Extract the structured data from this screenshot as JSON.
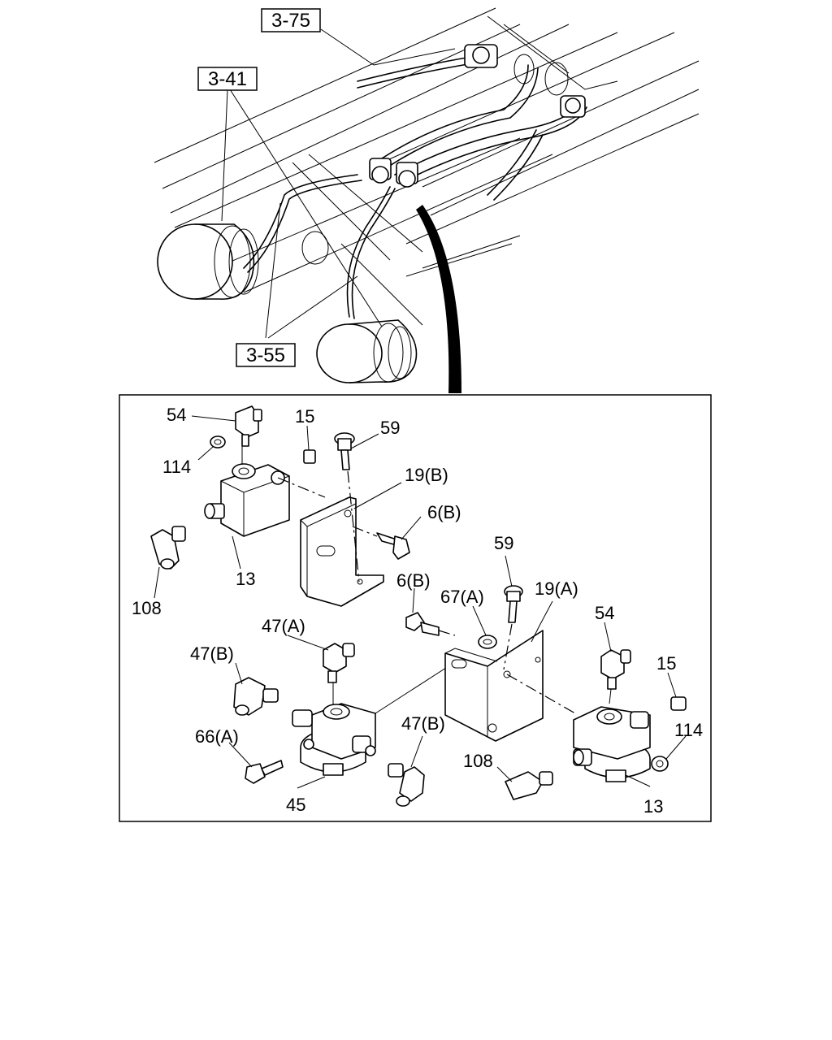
{
  "references": {
    "ref_3_75": "3-75",
    "ref_3_41": "3-41",
    "ref_3_55": "3-55"
  },
  "callouts": {
    "c54_left": "54",
    "c15_left": "15",
    "c114_left": "114",
    "c59_left": "59",
    "c19b": "19(B)",
    "c6b_left": "6(B)",
    "c13_left": "13",
    "c108_left": "108",
    "c59_right": "59",
    "c6b_mid": "6(B)",
    "c67a": "67(A)",
    "c19a": "19(A)",
    "c54_right": "54",
    "c47a": "47(A)",
    "c47b_left": "47(B)",
    "c15_right": "15",
    "c66a": "66(A)",
    "c47b_right": "47(B)",
    "c114_right": "114",
    "c108_right": "108",
    "c45": "45",
    "c13_right": "13"
  }
}
